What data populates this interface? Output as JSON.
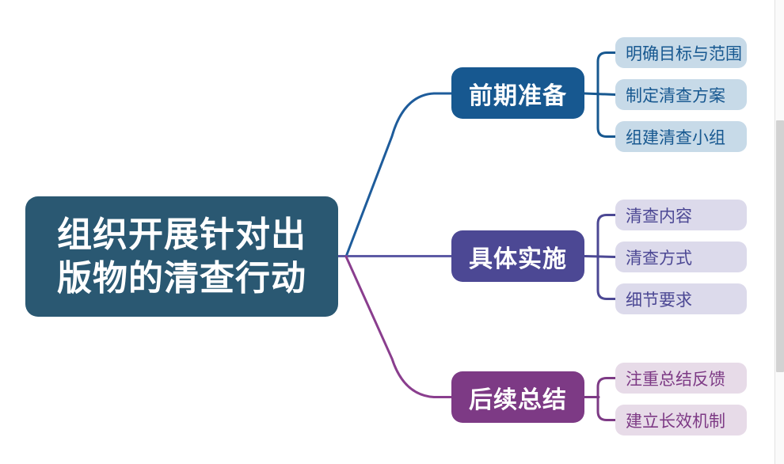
{
  "root": {
    "label": "组织开展针对出版物的清查行动",
    "bg": "#2a5872",
    "text_color": "#ffffff"
  },
  "branches": [
    {
      "label": "前期准备",
      "bg": "#175890",
      "text_color": "#ffffff",
      "line_color": "#1e5c9b",
      "bracket_color": "#175890",
      "child_bg": "#c7dae8",
      "child_text_color": "#175890",
      "children": [
        {
          "label": "明确目标与范围"
        },
        {
          "label": "制定清查方案"
        },
        {
          "label": "组建清查小组"
        }
      ]
    },
    {
      "label": "具体实施",
      "bg": "#4c4894",
      "text_color": "#ffffff",
      "line_color": "#5d5aa5",
      "bracket_color": "#4c4894",
      "child_bg": "#dcdaeb",
      "child_text_color": "#4c4894",
      "children": [
        {
          "label": "清查内容"
        },
        {
          "label": "清查方式"
        },
        {
          "label": "细节要求"
        }
      ]
    },
    {
      "label": "后续总结",
      "bg": "#7d3a85",
      "text_color": "#ffffff",
      "line_color": "#8a3e8e",
      "bracket_color": "#7d3a85",
      "child_bg": "#e7dbe8",
      "child_text_color": "#7d3a85",
      "children": [
        {
          "label": "注重总结反馈"
        },
        {
          "label": "建立长效机制"
        }
      ]
    }
  ],
  "scrollbar": {
    "track_color": "#fafafa",
    "thumb_color": "#d2d2d2"
  }
}
